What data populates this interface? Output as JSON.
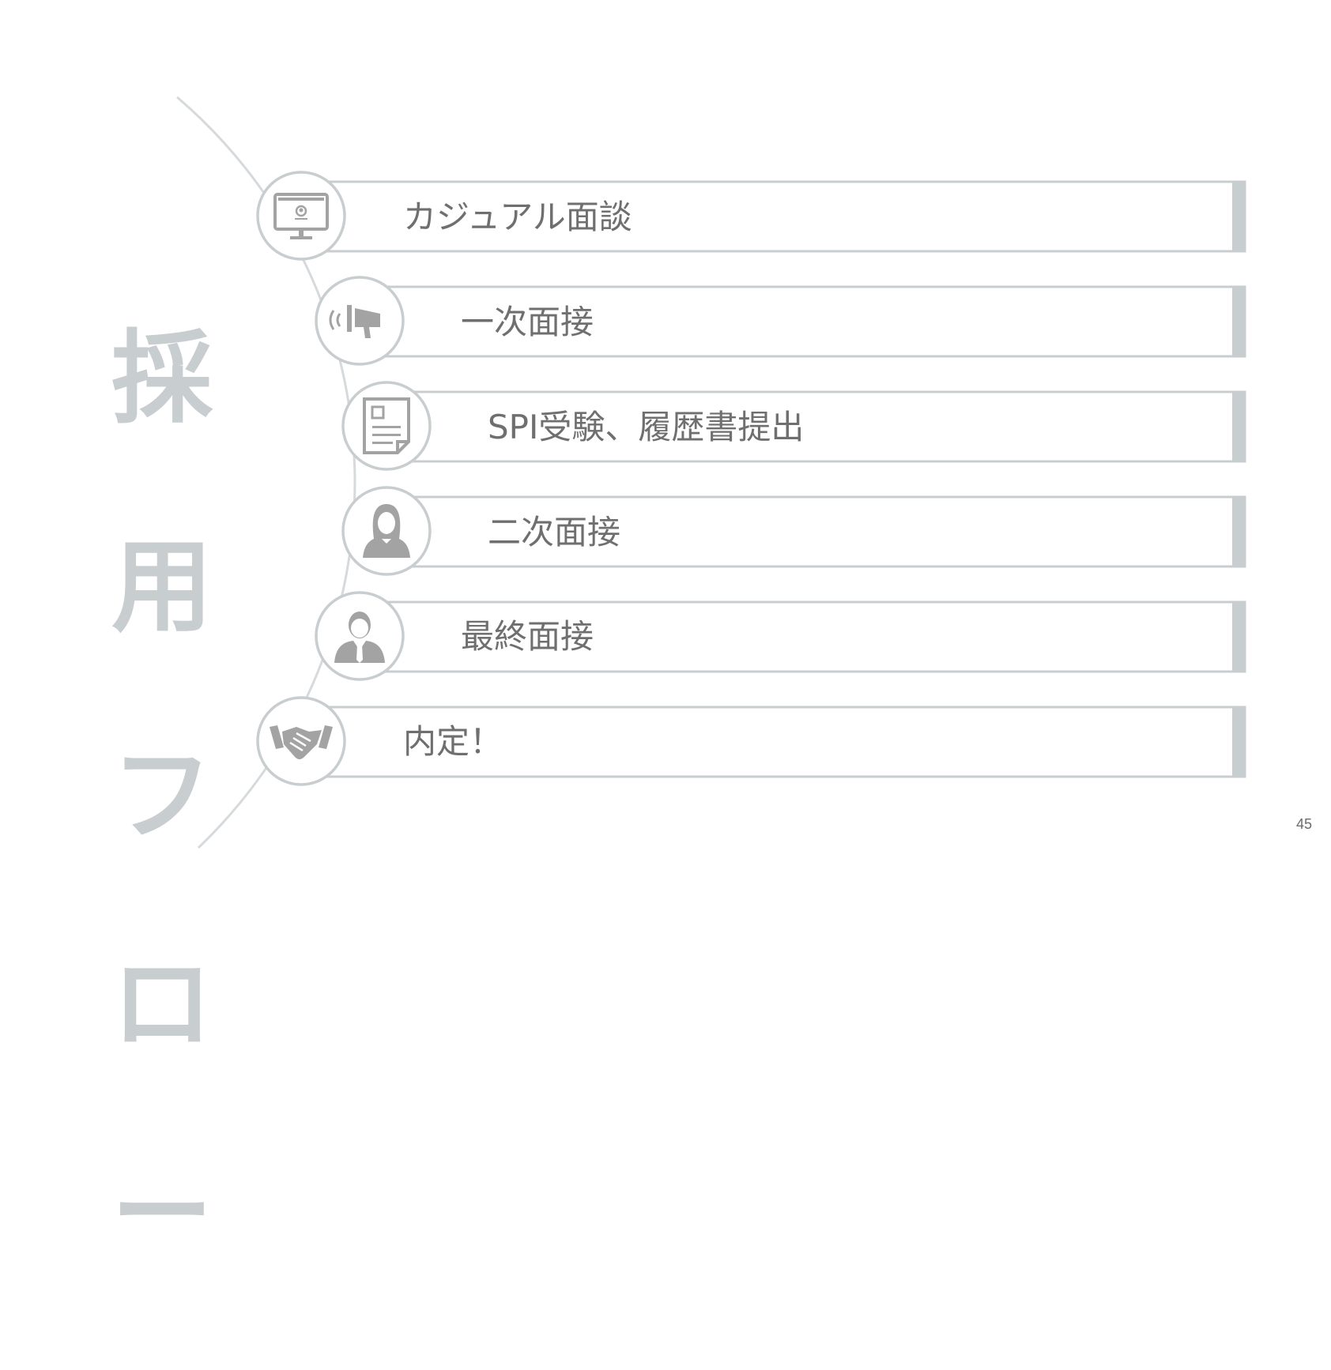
{
  "title": "採用フロー",
  "title_chars": [
    "採",
    "用",
    "フ",
    "ロ",
    "ー"
  ],
  "page_number": "45",
  "colors": {
    "frame": "#c8cdd0",
    "arc": "#d6dadc",
    "icon": "#a3a3a3",
    "label": "#6f6f6f"
  },
  "steps": [
    {
      "label": "カジュアル面談",
      "icon": "monitor-user-icon"
    },
    {
      "label": "一次面接",
      "icon": "megaphone-icon"
    },
    {
      "label": "SPI受験、履歴書提出",
      "icon": "document-icon"
    },
    {
      "label": "二次面接",
      "icon": "woman-icon"
    },
    {
      "label": "最終面接",
      "icon": "businessman-icon"
    },
    {
      "label": "内定！",
      "icon": "handshake-icon"
    }
  ]
}
